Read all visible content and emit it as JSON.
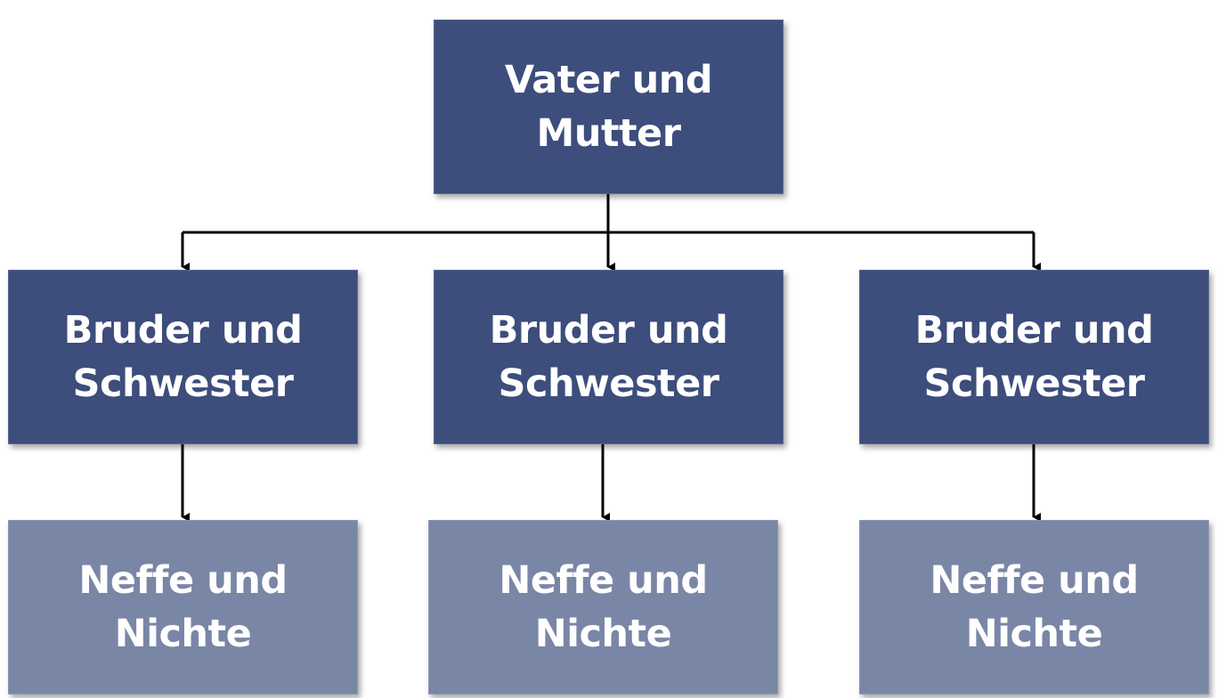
{
  "colors": {
    "parent_fill": "#3d4d7c",
    "sibling_fill": "#3d4d7c",
    "child_fill": "#7a86a6",
    "text": "#ffffff",
    "connector": "#000000"
  },
  "nodes": {
    "root": {
      "lines": [
        "Vater und Mutter"
      ]
    },
    "siblings": [
      {
        "lines": [
          "Bruder und",
          "Schwester"
        ]
      },
      {
        "lines": [
          "Bruder und",
          "Schwester"
        ]
      },
      {
        "lines": [
          "Bruder und",
          "Schwester"
        ]
      }
    ],
    "children": [
      {
        "lines": [
          "Neffe und",
          "Nichte"
        ]
      },
      {
        "lines": [
          "Neffe und",
          "Nichte"
        ]
      },
      {
        "lines": [
          "Neffe und",
          "Nichte"
        ]
      }
    ]
  },
  "edges": [
    {
      "from": "root",
      "to": "sibling-1"
    },
    {
      "from": "root",
      "to": "sibling-2"
    },
    {
      "from": "root",
      "to": "sibling-3"
    },
    {
      "from": "sibling-1",
      "to": "child-1"
    },
    {
      "from": "sibling-2",
      "to": "child-2"
    },
    {
      "from": "sibling-3",
      "to": "child-3"
    }
  ]
}
